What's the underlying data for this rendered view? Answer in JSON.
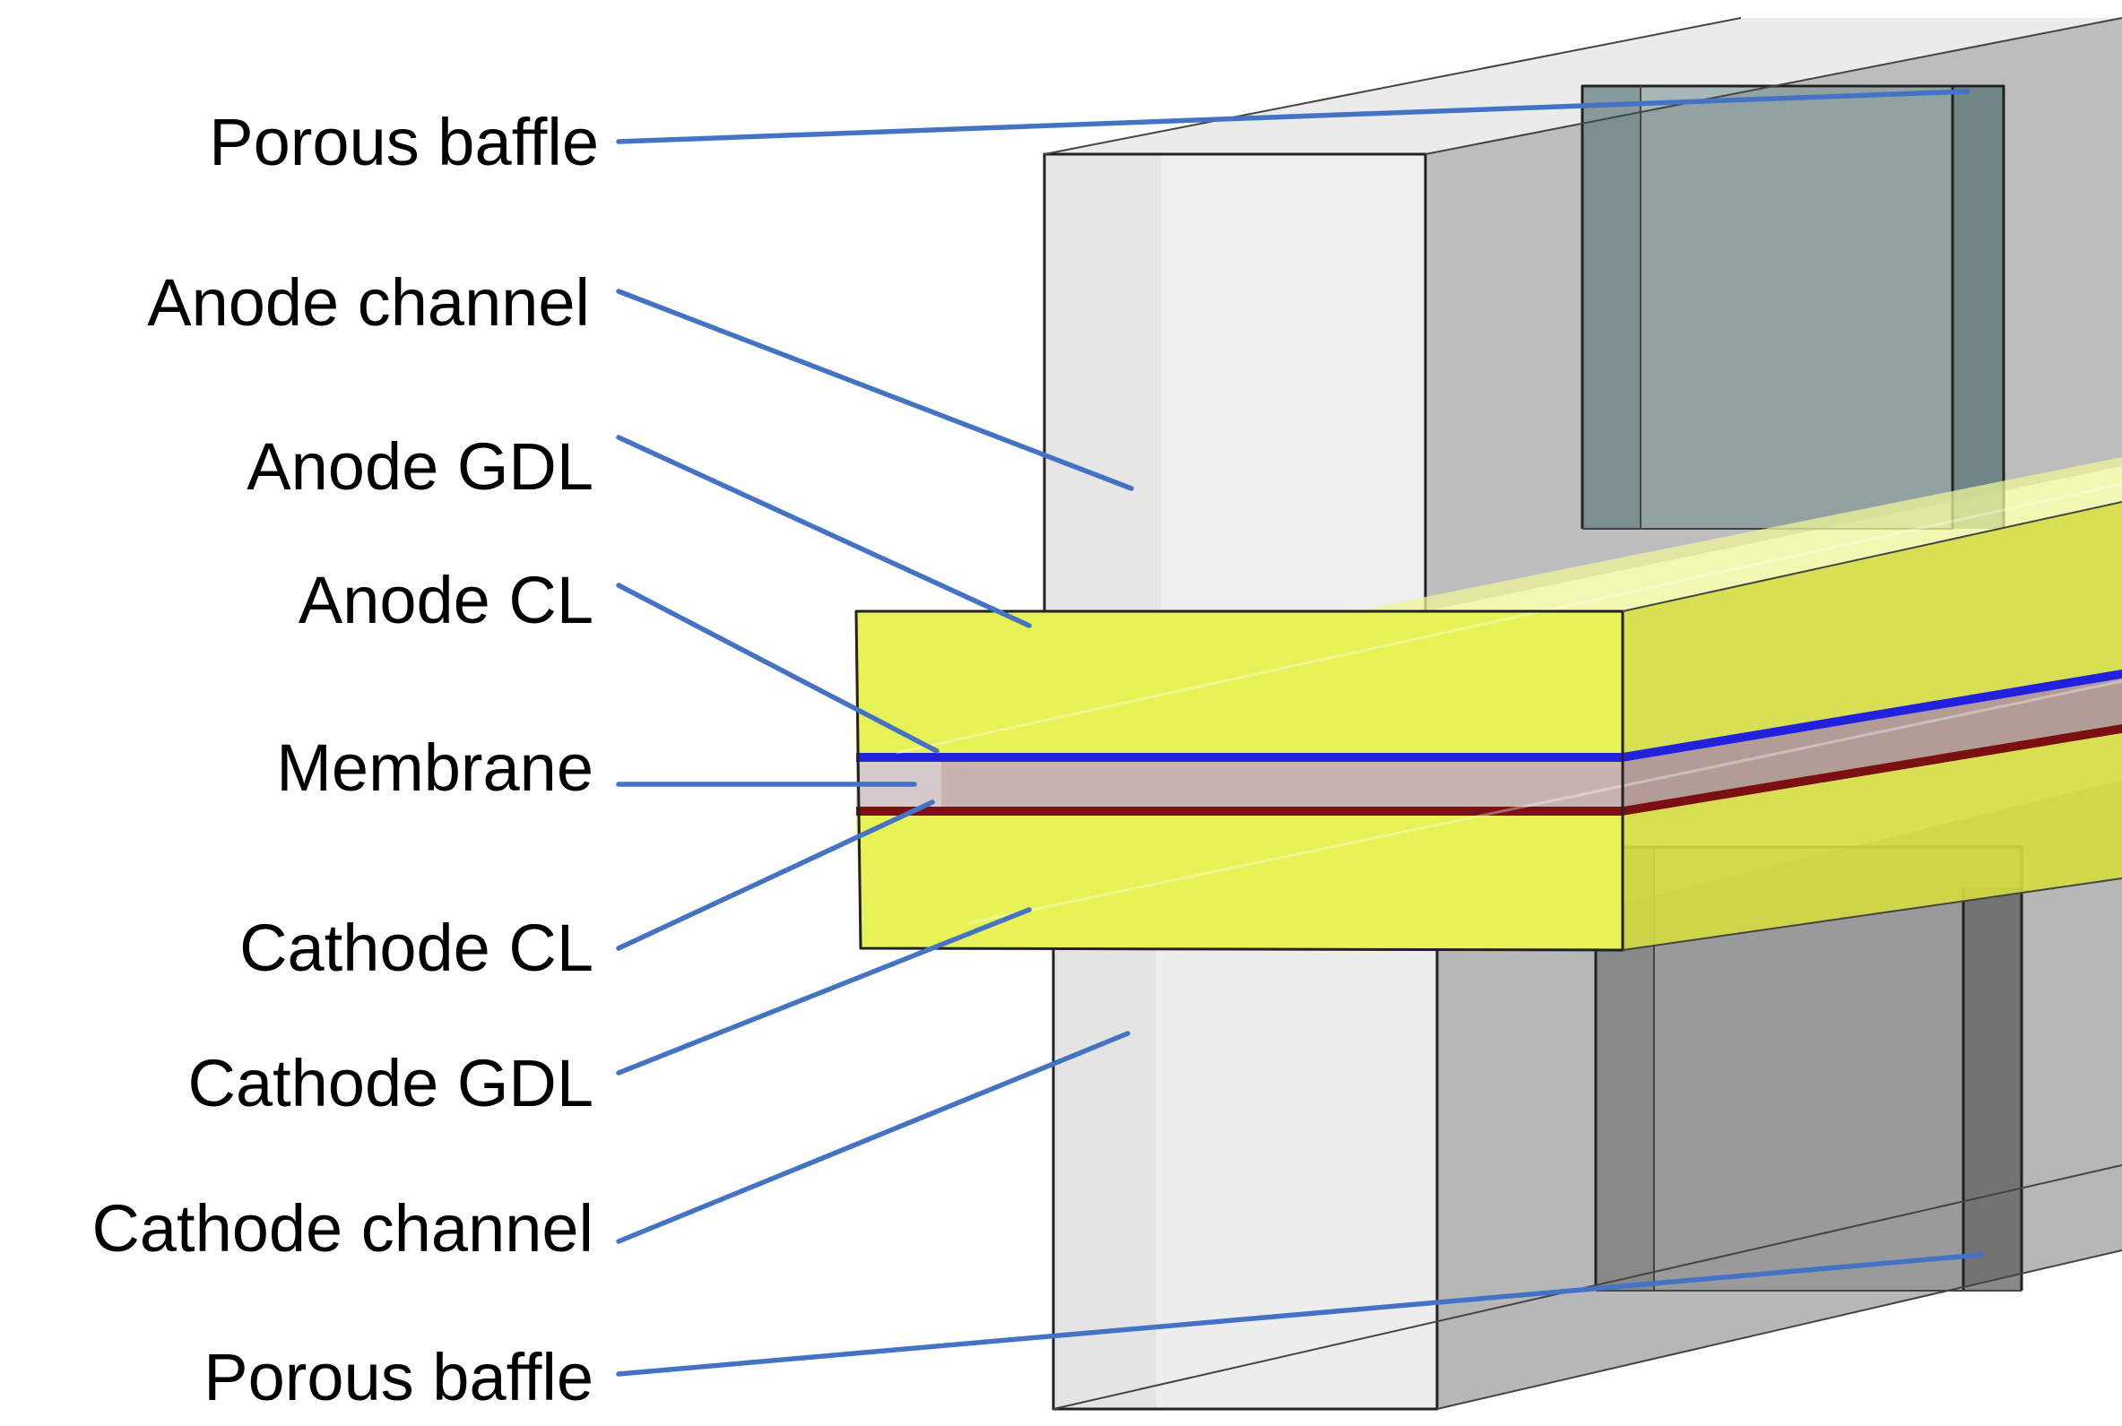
{
  "diagram": {
    "title": "",
    "labels": {
      "porous_baffle_top": "Porous baffle",
      "anode_channel": "Anode channel",
      "anode_gdl": "Anode GDL",
      "anode_cl": "Anode CL",
      "membrane": "Membrane",
      "cathode_cl": "Cathode CL",
      "cathode_gdl": "Cathode GDL",
      "cathode_channel": "Cathode channel",
      "porous_baffle_bottom": "Porous baffle"
    },
    "colors": {
      "leader": "#4472c4",
      "gdl": "#e6f255",
      "anode_cl": "#2222dd",
      "cathode_cl": "#7a1010",
      "membrane": "#c9b3b0",
      "channel": "#e0e0e0",
      "baffle": "#6f8c8c"
    }
  }
}
